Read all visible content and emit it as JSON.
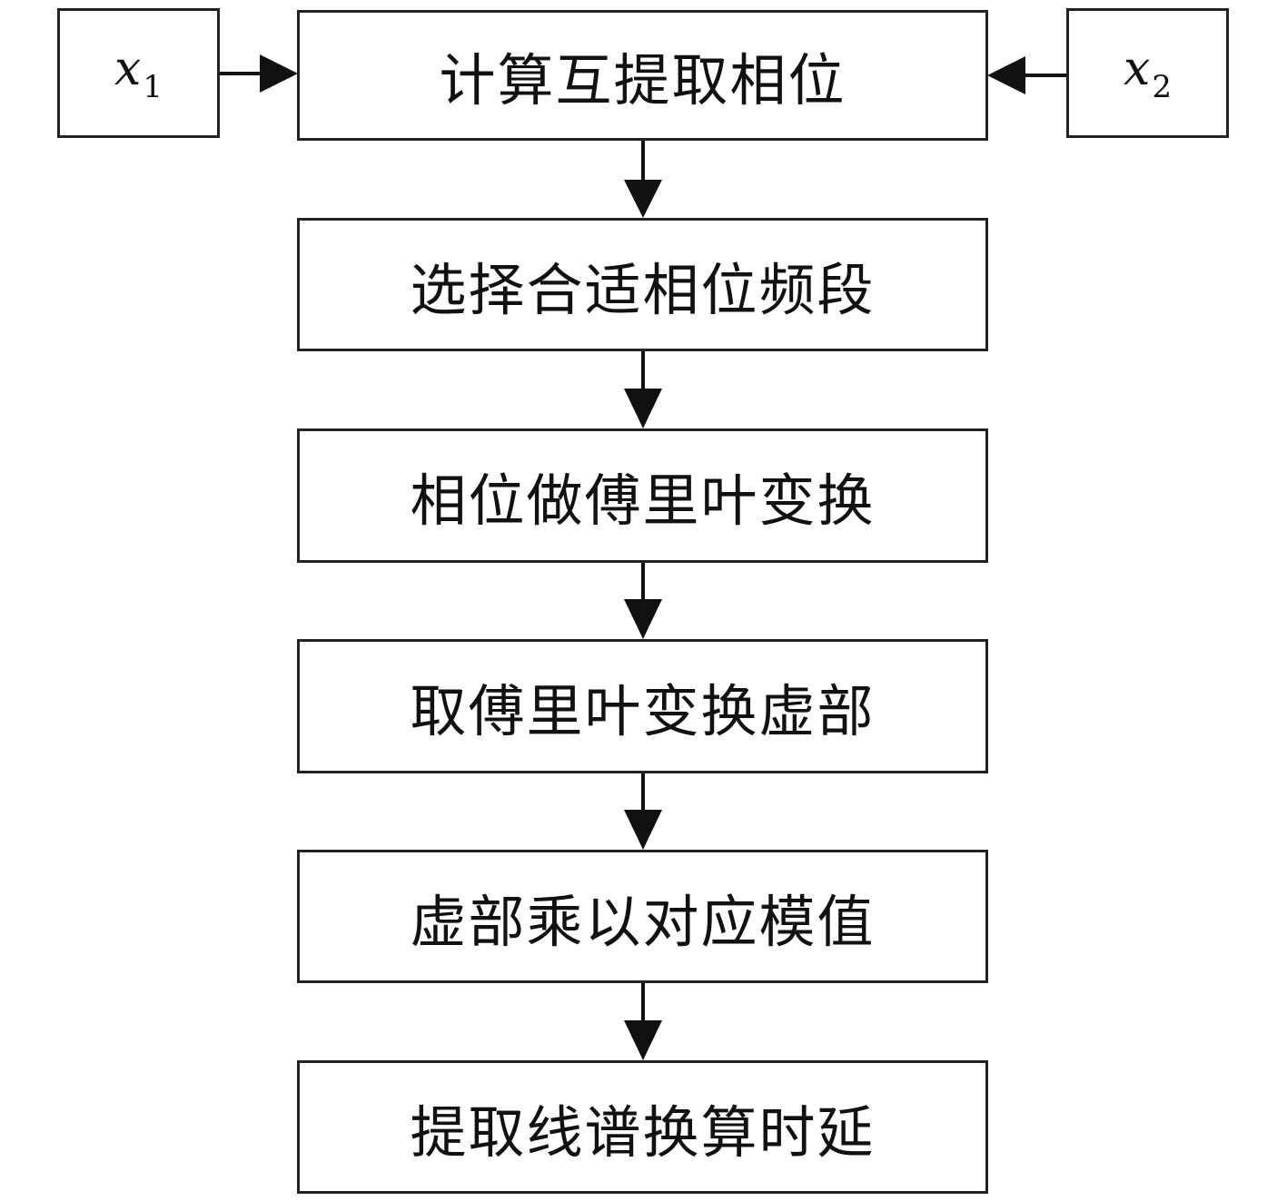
{
  "inputs": {
    "left": {
      "base": "x",
      "sub": "1"
    },
    "right": {
      "base": "x",
      "sub": "2"
    }
  },
  "steps": [
    "计算互提取相位",
    "选择合适相位频段",
    "相位做傅里叶变换",
    "取傅里叶变换虚部",
    "虚部乘以对应模值",
    "提取线谱换算时延"
  ]
}
